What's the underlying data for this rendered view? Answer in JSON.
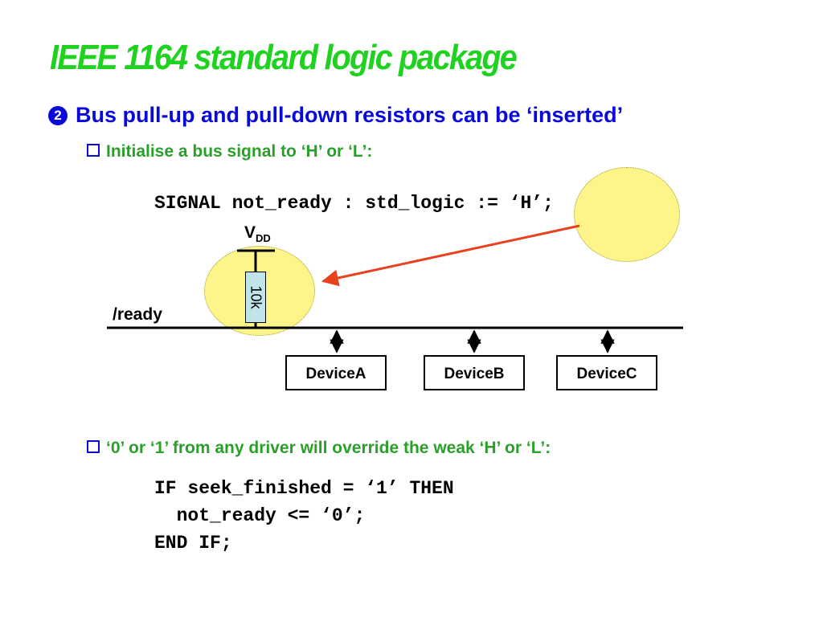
{
  "title": "IEEE 1164 standard logic package",
  "bullet": {
    "marker": "2",
    "text": "Bus pull-up and pull-down resistors can be ‘inserted’"
  },
  "sub1": "Initialise a bus signal to ‘H’ or ‘L’:",
  "code1": "SIGNAL not_ready : std_logic := ‘H’;",
  "diagram": {
    "vdd": "V",
    "vdd_sub": "DD",
    "resistor": "10k",
    "bus_label": "/ready",
    "devices": [
      "DeviceA",
      "DeviceB",
      "DeviceC"
    ],
    "arrow_color": "#e8411e",
    "highlight_color": "#fdf58a"
  },
  "sub2": "‘0’ or ‘1’ from any driver will override the weak ‘H’ or ‘L’:",
  "code2": "IF seek_finished = ‘1’ THEN\n  not_ready <= ‘0’;\nEND IF;"
}
